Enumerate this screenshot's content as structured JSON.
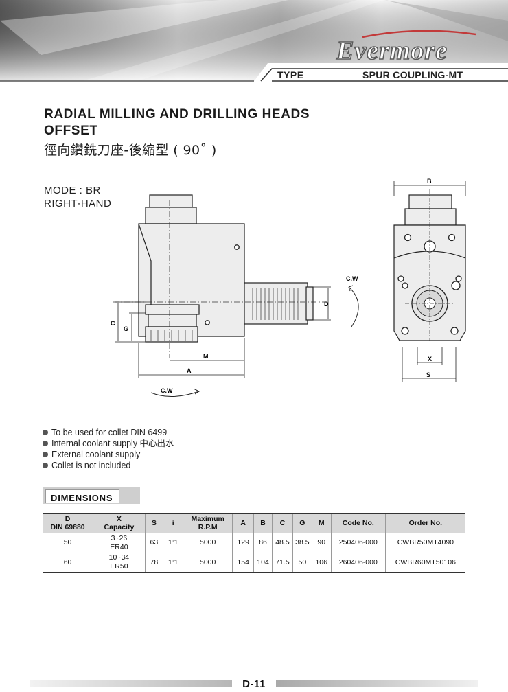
{
  "header": {
    "brand": "Evermore",
    "type_label": "TYPE",
    "type_value": "SPUR COUPLING-MT"
  },
  "title": {
    "line1": "RADIAL MILLING AND DRILLING HEADS",
    "line2": "OFFSET",
    "line3": "徑向鑽銑刀座-後縮型 ( 90˚ )"
  },
  "mode": {
    "line1": "MODE : BR",
    "line2": "RIGHT-HAND"
  },
  "drawing_labels": {
    "A": "A",
    "B": "B",
    "C": "C",
    "D": "D",
    "G": "G",
    "M": "M",
    "S": "S",
    "X": "X",
    "cw": "C.W"
  },
  "features": [
    "To be used for collet DIN 6499",
    "Internal coolant supply 中心出水",
    "External coolant supply",
    "Collet is not included"
  ],
  "dimensions_tag": "DIMENSIONS",
  "table": {
    "headers": [
      {
        "top": "D",
        "bottom": "DIN 69880"
      },
      {
        "top": "X",
        "bottom": "Capacity"
      },
      {
        "top": "S",
        "bottom": ""
      },
      {
        "top": "i",
        "bottom": ""
      },
      {
        "top": "Maximum",
        "bottom": "R.P.M"
      },
      {
        "top": "A",
        "bottom": ""
      },
      {
        "top": "B",
        "bottom": ""
      },
      {
        "top": "C",
        "bottom": ""
      },
      {
        "top": "G",
        "bottom": ""
      },
      {
        "top": "M",
        "bottom": ""
      },
      {
        "top": "Code No.",
        "bottom": ""
      },
      {
        "top": "Order No.",
        "bottom": ""
      }
    ],
    "rows": [
      {
        "d": "50",
        "x_top": "3~26",
        "x_bottom": "ER40",
        "s": "63",
        "i": "1:1",
        "rpm": "5000",
        "a": "129",
        "b": "86",
        "c": "48.5",
        "g": "38.5",
        "m": "90",
        "code": "250406-000",
        "order": "CWBR50MT4090"
      },
      {
        "d": "60",
        "x_top": "10~34",
        "x_bottom": "ER50",
        "s": "78",
        "i": "1:1",
        "rpm": "5000",
        "a": "154",
        "b": "104",
        "c": "71.5",
        "g": "50",
        "m": "106",
        "code": "260406-000",
        "order": "CWBR60MT50106"
      }
    ]
  },
  "footer": {
    "page": "D-11"
  }
}
